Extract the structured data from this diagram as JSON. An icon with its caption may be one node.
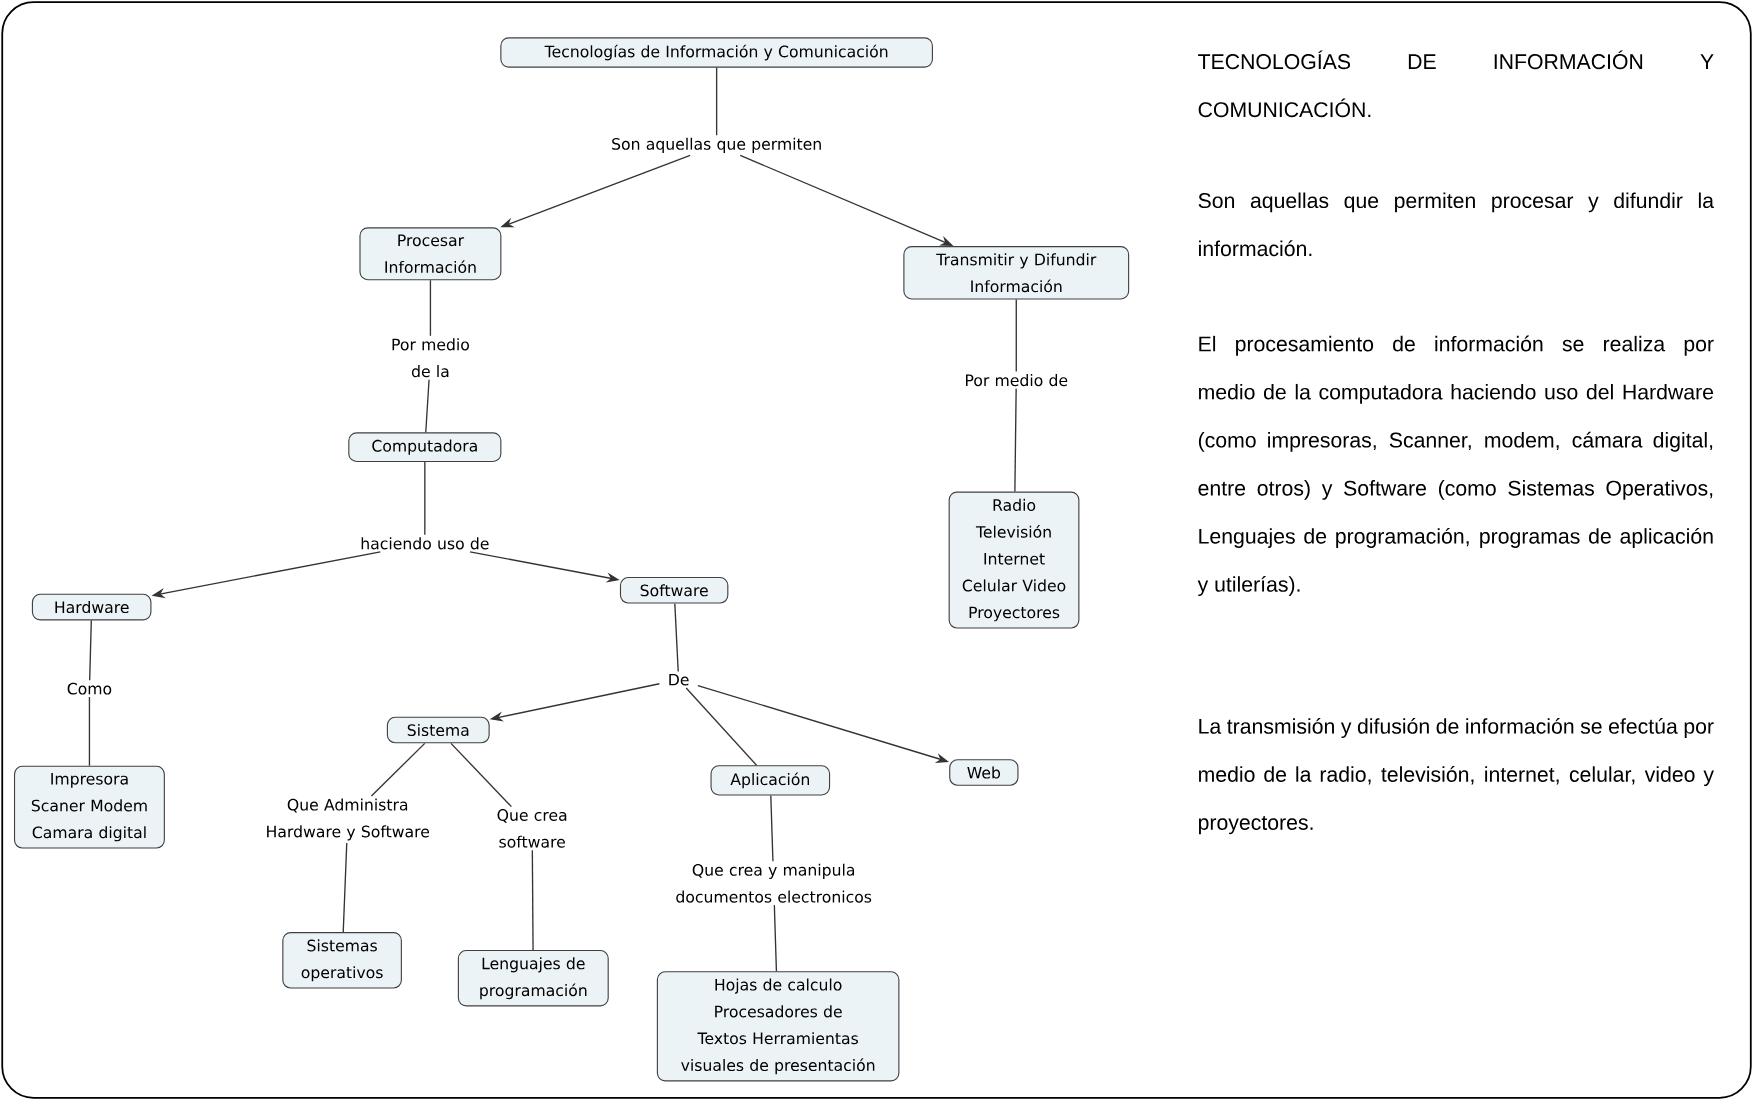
{
  "diagram": {
    "nodes": [
      {
        "text": [
          "Tecnologías de Información y Comunicación"
        ]
      },
      {
        "text": [
          "Son aquellas que permiten"
        ]
      },
      {
        "text": [
          "Procesar Información"
        ]
      },
      {
        "text": [
          "Transmitir y Difundir Información"
        ]
      },
      {
        "text": [
          "Por medio de la"
        ]
      },
      {
        "text": [
          "Computadora"
        ]
      },
      {
        "text": [
          "Por medio de"
        ]
      },
      {
        "text": [
          "Radio Televisión Internet Celular Video Proyectores"
        ]
      },
      {
        "text": [
          "haciendo uso de"
        ]
      },
      {
        "text": [
          "Hardware"
        ]
      },
      {
        "text": [
          "Software"
        ]
      },
      {
        "text": [
          "Como"
        ]
      },
      {
        "text": [
          "Impresora Scaner Modem Camara digital"
        ]
      },
      {
        "text": [
          "De"
        ]
      },
      {
        "text": [
          "Sistema"
        ]
      },
      {
        "text": [
          "Aplicación"
        ]
      },
      {
        "text": [
          "Web"
        ]
      },
      {
        "text": [
          "Que Administra Hardware y Software"
        ]
      },
      {
        "text": [
          "Que crea software"
        ]
      },
      {
        "text": [
          "Sistemas operativos"
        ]
      },
      {
        "text": [
          "Lenguajes de programación"
        ]
      },
      {
        "text": [
          "Que crea y manipula documentos electronicos"
        ]
      },
      {
        "text": [
          "Hojas de calculo Procesadores de Textos Herramientas visuales de presentación"
        ]
      }
    ],
    "edges": [
      {
        "from": 0,
        "to": 1,
        "arrow": "none"
      },
      {
        "from": 1,
        "to": 2,
        "arrow": "to"
      },
      {
        "from": 1,
        "to": 3,
        "arrow": "to"
      },
      {
        "from": 2,
        "to": 4,
        "arrow": "none"
      },
      {
        "from": 4,
        "to": 5,
        "arrow": "none"
      },
      {
        "from": 3,
        "to": 6,
        "arrow": "none"
      },
      {
        "from": 6,
        "to": 7,
        "arrow": "none"
      },
      {
        "from": 5,
        "to": 8,
        "arrow": "none"
      },
      {
        "from": 8,
        "to": 9,
        "arrow": "to"
      },
      {
        "from": 8,
        "to": 10,
        "arrow": "to"
      },
      {
        "from": 9,
        "to": 11,
        "arrow": "none"
      },
      {
        "from": 11,
        "to": 12,
        "arrow": "none"
      },
      {
        "from": 10,
        "to": 13,
        "arrow": "none"
      },
      {
        "from": 13,
        "to": 14,
        "arrow": "to"
      },
      {
        "from": 13,
        "to": 15,
        "arrow": "none"
      },
      {
        "from": 13,
        "to": 16,
        "arrow": "to"
      },
      {
        "from": 14,
        "to": 17,
        "arrow": "none"
      },
      {
        "from": 14,
        "to": 18,
        "arrow": "none"
      },
      {
        "from": 17,
        "to": 19,
        "arrow": "none"
      },
      {
        "from": 18,
        "to": 20,
        "arrow": "none"
      },
      {
        "from": 15,
        "to": 21,
        "arrow": "none"
      },
      {
        "from": 21,
        "to": 22,
        "arrow": "none"
      }
    ],
    "labels": [
      "TECNOLOGÍAS DE INFORMACIÓN Y COMUNICACIÓN.",
      "Son aquellas que permiten procesar y difundir la información.",
      "El procesamiento de información se realiza por medio de la computadora haciendo uso del Hardware (como impresoras, Scanner, modem, cámara digital, entre otros) y Software (como Sistemas Operativos, Lenguajes de programación, programas de aplicación y utilerías).",
      "La transmisión y difusión de información se efectúa por medio de la radio, televisión, internet, celular, video y proyectores."
    ]
  }
}
